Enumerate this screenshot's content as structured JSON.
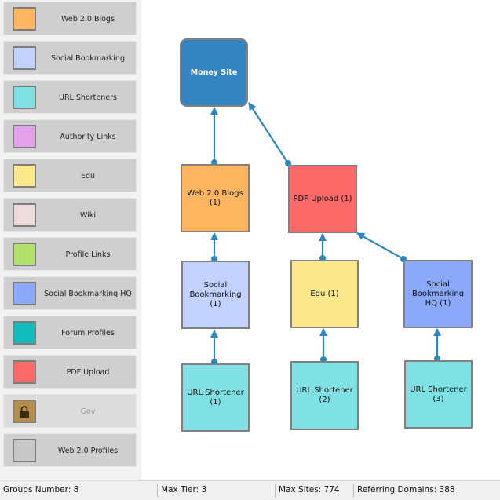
{
  "palette": {
    "items": [
      {
        "label": "Web 2.0 Blogs",
        "color": "#fdb55f",
        "disabled": false
      },
      {
        "label": "Social Bookmarking",
        "color": "#c2d1fd",
        "disabled": false
      },
      {
        "label": "URL Shorteners",
        "color": "#7fe1e3",
        "disabled": false
      },
      {
        "label": "Authority Links",
        "color": "#e4a1eb",
        "disabled": false
      },
      {
        "label": "Edu",
        "color": "#fde98b",
        "disabled": false
      },
      {
        "label": "Wiki",
        "color": "#eedcdc",
        "disabled": false
      },
      {
        "label": "Profile Links",
        "color": "#b3e26c",
        "disabled": false
      },
      {
        "label": "Social Bookmarking HQ",
        "color": "#8ca8f9",
        "disabled": false
      },
      {
        "label": "Forum Profiles",
        "color": "#12bcbc",
        "disabled": false
      },
      {
        "label": "PDF Upload",
        "color": "#fc6969",
        "disabled": false
      },
      {
        "label": "Gov",
        "color": "#b58f4a",
        "disabled": true,
        "icon": "lock-icon"
      },
      {
        "label": "Web 2.0 Profiles",
        "color": "#c8c8c8",
        "disabled": false
      }
    ]
  },
  "diagram": {
    "nodes": {
      "money": {
        "label": "Money Site",
        "color": "#3484c2"
      },
      "web20": {
        "label": "Web 2.0 Blogs (1)",
        "color": "#fdb55f"
      },
      "pdf": {
        "label": "PDF Upload (1)",
        "color": "#fc6969"
      },
      "social": {
        "label": "Social Bookmarking (1)",
        "color": "#c2d1fd"
      },
      "edu": {
        "label": "Edu (1)",
        "color": "#fde98b"
      },
      "socialhq": {
        "label": "Social Bookmarking HQ (1)",
        "color": "#8ca8f9"
      },
      "url1": {
        "label": "URL Shortener (1)",
        "color": "#7fe1e3"
      },
      "url2": {
        "label": "URL Shortener (2)",
        "color": "#7fe1e3"
      },
      "url3": {
        "label": "URL Shortener (3)",
        "color": "#7fe1e3"
      }
    },
    "link_color": "#2e86c1"
  },
  "status": {
    "groups": "Groups Number: 8",
    "max_tier": "Max Tier: 3",
    "max_sites": "Max Sites: 774",
    "referring_domains": "Referring Domains: 388"
  }
}
